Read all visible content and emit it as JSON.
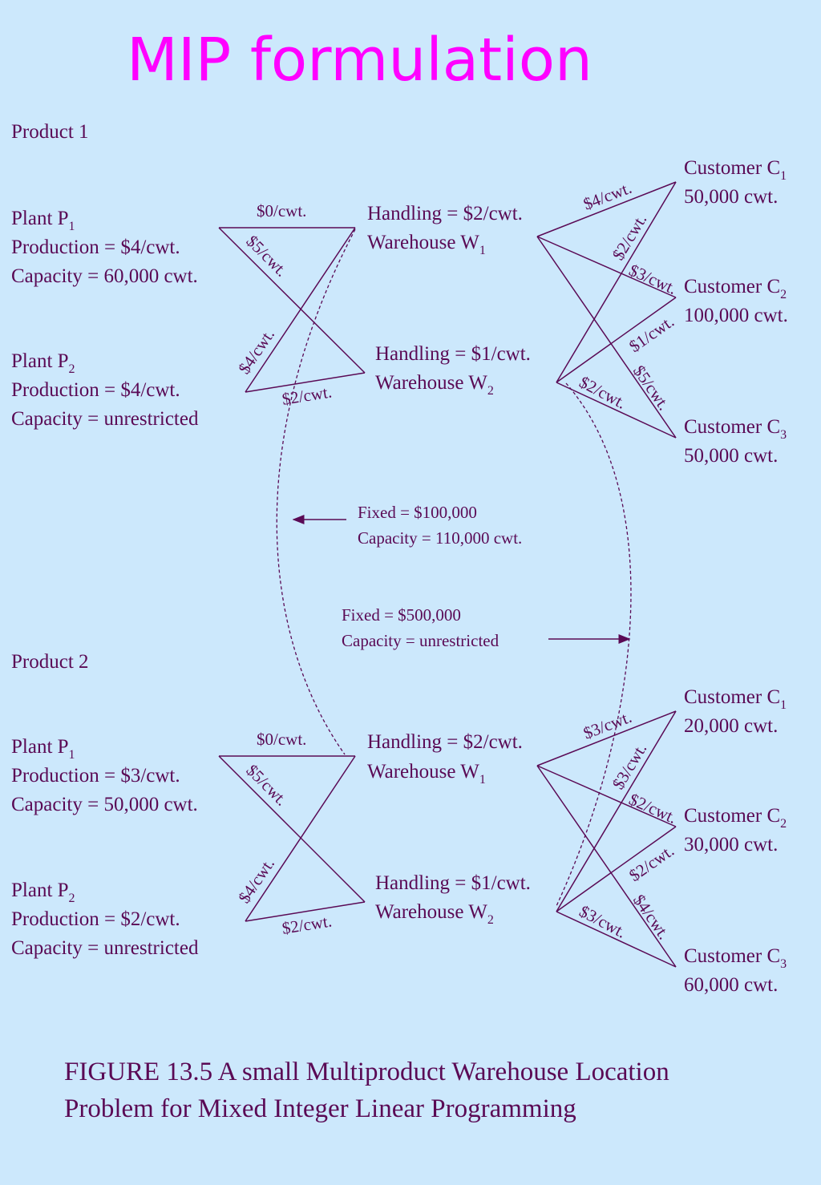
{
  "title": "MIP formulation",
  "product1": {
    "label": "Product 1",
    "plant1": {
      "name": "Plant P",
      "sub": "1",
      "production": "Production = $4/cwt.",
      "capacity": "Capacity = 60,000 cwt."
    },
    "plant2": {
      "name": "Plant P",
      "sub": "2",
      "production": "Production = $4/cwt.",
      "capacity": "Capacity = unrestricted"
    },
    "warehouse1": {
      "handling": "Handling = $2/cwt.",
      "name": "Warehouse W",
      "sub": "1"
    },
    "warehouse2": {
      "handling": "Handling = $1/cwt.",
      "name": "Warehouse W",
      "sub": "2"
    },
    "customer1": {
      "name": "Customer C",
      "sub": "1",
      "demand": "50,000 cwt."
    },
    "customer2": {
      "name": "Customer C",
      "sub": "2",
      "demand": "100,000 cwt."
    },
    "customer3": {
      "name": "Customer C",
      "sub": "3",
      "demand": "50,000 cwt."
    },
    "costs": {
      "p1_w1": "$0/cwt.",
      "p1_w2": "$5/cwt.",
      "p2_w1": "$4/cwt.",
      "p2_w2": "$2/cwt.",
      "w1_c1": "$4/cwt.",
      "w1_c2": "$3/cwt.",
      "w1_c3": "$5/cwt.",
      "w2_c1": "$2/cwt.",
      "w2_c2": "$1/cwt.",
      "w2_c3": "$2/cwt."
    }
  },
  "product2": {
    "label": "Product 2",
    "plant1": {
      "name": "Plant P",
      "sub": "1",
      "production": "Production = $3/cwt.",
      "capacity": "Capacity = 50,000 cwt."
    },
    "plant2": {
      "name": "Plant P",
      "sub": "2",
      "production": "Production = $2/cwt.",
      "capacity": "Capacity = unrestricted"
    },
    "warehouse1": {
      "handling": "Handling = $2/cwt.",
      "name": "Warehouse W",
      "sub": "1"
    },
    "warehouse2": {
      "handling": "Handling = $1/cwt.",
      "name": "Warehouse W",
      "sub": "2"
    },
    "customer1": {
      "name": "Customer C",
      "sub": "1",
      "demand": "20,000 cwt."
    },
    "customer2": {
      "name": "Customer C",
      "sub": "2",
      "demand": "30,000 cwt."
    },
    "customer3": {
      "name": "Customer C",
      "sub": "3",
      "demand": "60,000 cwt."
    },
    "costs": {
      "p1_w1": "$0/cwt.",
      "p1_w2": "$5/cwt.",
      "p2_w1": "$4/cwt.",
      "p2_w2": "$2/cwt.",
      "w1_c1": "$3/cwt.",
      "w1_c2": "$2/cwt.",
      "w1_c3": "$4/cwt.",
      "w2_c1": "$3/cwt.",
      "w2_c2": "$2/cwt.",
      "w2_c3": "$3/cwt."
    }
  },
  "warehouse1_fixed": {
    "fixed": "Fixed = $100,000",
    "capacity": "Capacity = 110,000 cwt."
  },
  "warehouse2_fixed": {
    "fixed": "Fixed = $500,000",
    "capacity": "Capacity = unrestricted"
  },
  "caption": {
    "line1": "FIGURE 13.5 A small Multiproduct Warehouse Location",
    "line2": "Problem for Mixed Integer Linear Programming"
  },
  "colors": {
    "title": "#ff00ff",
    "text": "#5a0a55",
    "background": "#cce8fc"
  }
}
